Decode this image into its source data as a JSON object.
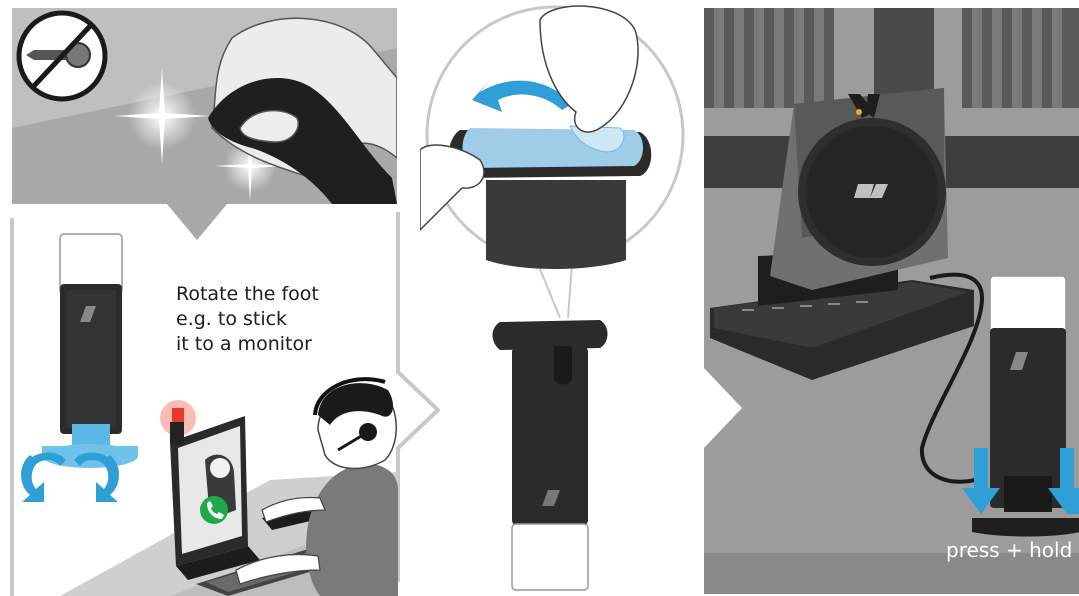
{
  "left_panel": {
    "caption_lines": [
      "Rotate the foot",
      "e.g. to stick",
      "it to a monitor"
    ],
    "icons": [
      "no-screw-icon",
      "rotate-arrows-icon",
      "call-accept-icon",
      "busy-light-icon"
    ]
  },
  "middle_panel": {
    "icons": [
      "peel-arrow-icon"
    ]
  },
  "right_panel": {
    "instruction": "press + hold",
    "icons": [
      "press-down-arrow-icon",
      "sennheiser-logo-icon"
    ]
  },
  "colors": {
    "accent_blue": "#2f9fd8",
    "dark_device": "#2b2b2b",
    "busy_red": "#e8392a",
    "call_green": "#1faa4a",
    "light_gray": "#d9d9d9"
  }
}
